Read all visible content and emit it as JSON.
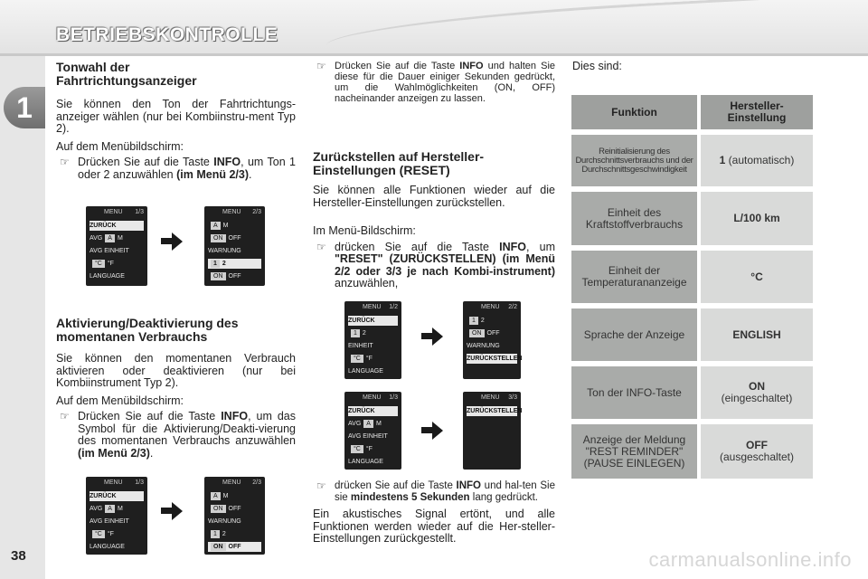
{
  "header": {
    "title": "BETRIEBSKONTROLLE"
  },
  "chapter": "1",
  "page_number": "38",
  "watermark": "carmanualsonline.info",
  "section1": {
    "heading": "Tonwahl der Fahrtrichtungsanzeiger",
    "intro": "Sie können den Ton der Fahrtrichtungs-anzeiger wählen (nur bei Kombiinstru-ment Typ 2).",
    "menu_label": "Auf dem Menübildschirm:",
    "bullet_a": "Drücken Sie auf die Taste ",
    "bullet_b": "INFO",
    "bullet_c": ", um Ton 1 oder 2 anzuwählen ",
    "bullet_d": "(im Menü 2/3)",
    "bullet_e": "."
  },
  "section2": {
    "heading": "Aktivierung/Deaktivierung des momentanen Verbrauchs",
    "intro": "Sie können den momentanen Verbrauch aktivieren oder deaktivieren (nur bei Kombiinstrument Typ 2).",
    "menu_label": "Auf dem Menübildschirm:",
    "bullet_a": "Drücken Sie auf die Taste ",
    "bullet_b": "INFO",
    "bullet_c": ", um das Symbol für die Aktivierung/Deakti-vierung des momentanen Verbrauchs anzuwählen ",
    "bullet_d": "(im Menü 2/3)",
    "bullet_e": "."
  },
  "section3": {
    "bullet_top_a": "Drücken Sie auf die Taste ",
    "bullet_top_b": "INFO",
    "bullet_top_c": " und halten Sie diese für die Dauer einiger Sekunden gedrückt, um die Wahlmöglichkeiten (ON, OFF) nacheinander anzeigen zu lassen.",
    "heading": "Zurückstellen auf Hersteller-Einstellungen (RESET)",
    "intro": "Sie können alle Funktionen wieder auf die Hersteller-Einstellungen zurückstellen.",
    "menu_label": "Im Menü-Bildschirm:",
    "bullet_a": "drücken Sie auf die Taste ",
    "bullet_b": "INFO",
    "bullet_c": ", um ",
    "bullet_d": "\"RESET\" (ZURÜCKSTELLEN) (im Menü 2/2 oder 3/3 je nach Kombi-instrument)",
    "bullet_e": " anzuwählen,",
    "bullet2_a": "drücken Sie auf die Taste ",
    "bullet2_b": "INFO",
    "bullet2_c": " und hal-ten Sie sie ",
    "bullet2_d": "mindestens 5 Sekunden",
    "bullet2_e": " lang gedrückt.",
    "closing": "Ein akustisches Signal ertönt, und alle Funktionen werden wieder auf die Her-steller-Einstellungen zurückgestellt."
  },
  "screens": {
    "menu": "MENU",
    "p13": "1/3",
    "p23": "2/3",
    "p12": "1/2",
    "p22": "2/2",
    "p33": "3/3",
    "zurueck": "ZURÜCK",
    "avg": "AVG",
    "a": "A",
    "m": "M",
    "einheit": "EINHEIT",
    "celsius": "°C",
    "fahrenheit": "°F",
    "language": "LANGUAGE",
    "on": "ON",
    "off": "OFF",
    "warnung": "WARNUNG",
    "one": "1",
    "two": "2",
    "zurueckstellen": "ZURÜCKSTELLEN"
  },
  "table": {
    "intro": "Dies sind:",
    "header_left": "Funktion",
    "header_right": "Hersteller-Einstellung",
    "rows": [
      {
        "left": "Reinitialisierung des Durchschnittsverbrauchs und der Durchschnittsgeschwindigkeit",
        "right_bold": "1",
        "right_rest": " (automatisch)"
      },
      {
        "left": "Einheit des Kraftstoffverbrauchs",
        "right_bold": "L/100 km",
        "right_rest": ""
      },
      {
        "left": "Einheit der Temperaturananzeige",
        "right_bold": "°C",
        "right_rest": ""
      },
      {
        "left": "Sprache der Anzeige",
        "right_bold": "ENGLISH",
        "right_rest": ""
      },
      {
        "left": "Ton der INFO-Taste",
        "right_bold": "ON",
        "right_rest": "(eingeschaltet)"
      },
      {
        "left": "Anzeige der Meldung \"REST REMINDER\" (PAUSE EINLEGEN)",
        "right_bold": "OFF",
        "right_rest": "(ausgeschaltet)"
      }
    ]
  }
}
